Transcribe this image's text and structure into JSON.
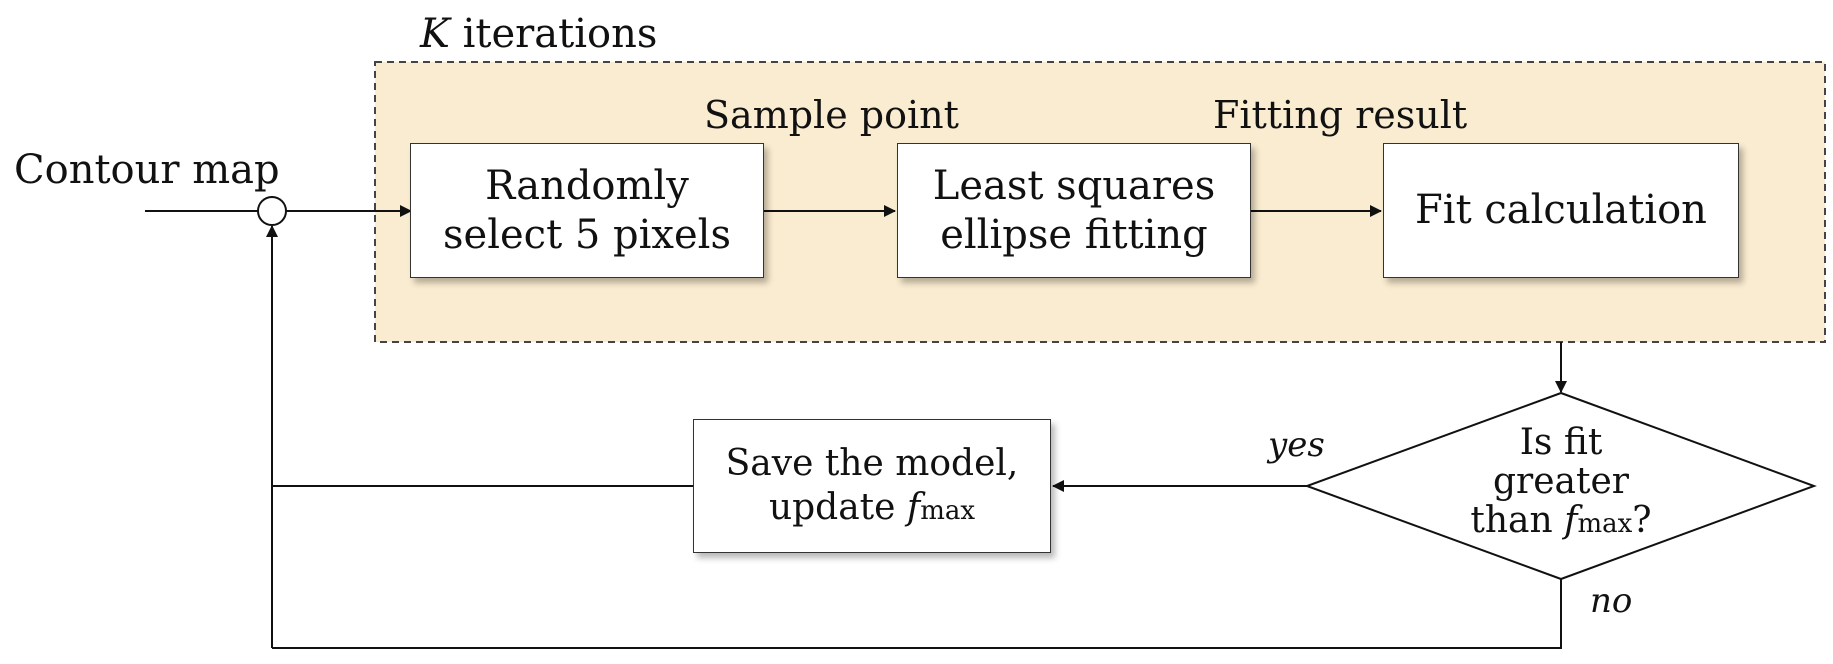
{
  "colors": {
    "panel_fill": "#faecd0",
    "panel_border": "#444444",
    "line": "#111111",
    "box_border": "#333333"
  },
  "labels": {
    "iterations_var": "K",
    "iterations_text": " iterations",
    "input": "Contour map",
    "sample_point": "Sample point",
    "fitting_result": "Fitting result",
    "yes": "yes",
    "no": "no"
  },
  "boxes": {
    "random": {
      "line1": "Randomly",
      "line2": "select 5 pixels"
    },
    "lsq": {
      "line1": "Least squares",
      "line2": "ellipse fitting"
    },
    "fitcalc": {
      "line1": "Fit calculation"
    },
    "save": {
      "line1": "Save the model,",
      "line2_prefix": "update ",
      "var": "f",
      "sub": "max"
    }
  },
  "decision": {
    "line1": "Is fit",
    "line2": "greater",
    "line3_prefix": "than ",
    "var": "f",
    "sub": "max",
    "suffix": "?"
  }
}
